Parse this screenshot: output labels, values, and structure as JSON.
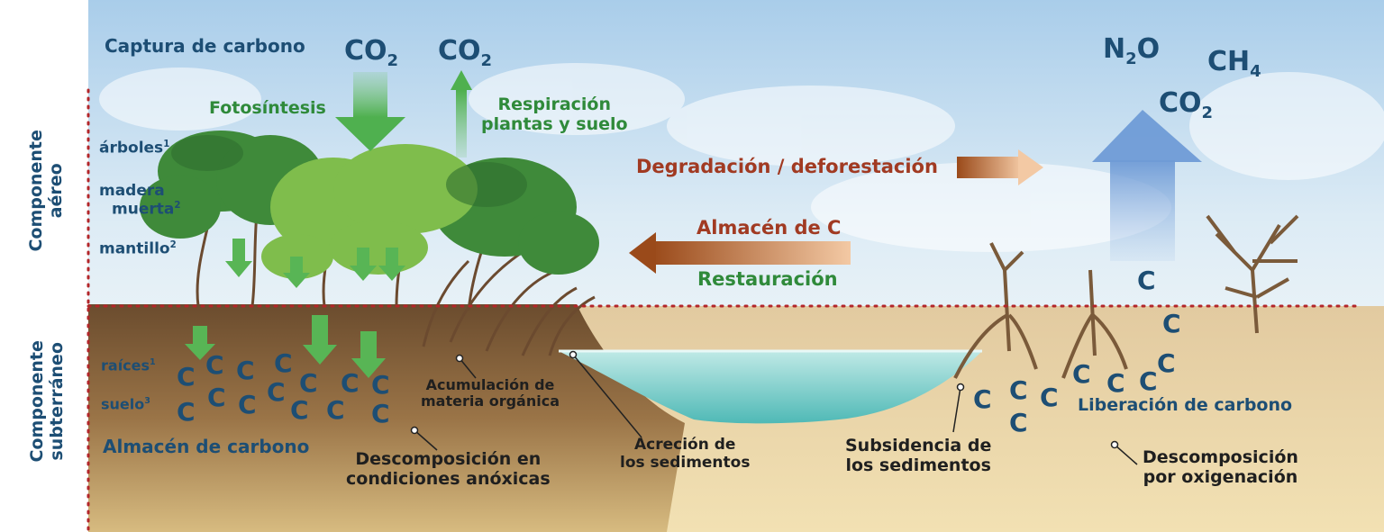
{
  "labels": {
    "captura": "Captura de carbono",
    "fotosintesis": "Fotosíntesis",
    "respiracion_1": "Respiración",
    "respiracion_2": "plantas y suelo",
    "degradacion": "Degradación / deforestación",
    "almacen_c": "Almacén de C",
    "restauracion": "Restauración",
    "componente_aereo_1": "Componente",
    "componente_aereo_2": "aéreo",
    "componente_sub_1": "Componente",
    "componente_sub_2": "subterráneo",
    "arboles": "árboles",
    "madera": "madera",
    "muerta": "muerta",
    "mantillo": "mantillo",
    "raices": "raíces",
    "suelo": "suelo",
    "almacen_carbono": "Almacén de carbono",
    "acumulacion_1": "Acumulación de",
    "acumulacion_2": "materia orgánica",
    "descomp_anox_1": "Descomposición en",
    "descomp_anox_2": "condiciones anóxicas",
    "acrecion_1": "Acreción de",
    "acrecion_2": "los sedimentos",
    "subsidencia_1": "Subsidencia de",
    "subsidencia_2": "los sedimentos",
    "liberacion": "Liberación de carbono",
    "descomp_oxi_1": "Descomposición",
    "descomp_oxi_2": "por oxigenación",
    "sup_1": "1",
    "sup_2": "2",
    "sup_3": "3"
  },
  "gases": {
    "co2": "CO",
    "sub2": "2",
    "n2o_n": "N",
    "n2o_o": "O",
    "ch4_ch": "CH",
    "sub4": "4",
    "carbon": "C"
  },
  "colors": {
    "navy": "#1d4e74",
    "green": "#2f8a3a",
    "rust": "#a13a22",
    "arrow_green": "#5dbb5a",
    "water": "#7fd3d1",
    "soil": "#8a6a40",
    "sand": "#ecd9a8",
    "sky": "#bcd9ef",
    "dotted_line": "#b3262a"
  },
  "icons": [
    "down-arrow-icon",
    "up-arrow-icon",
    "right-arrow-icon",
    "left-arrow-icon",
    "pointer-dot-icon"
  ]
}
